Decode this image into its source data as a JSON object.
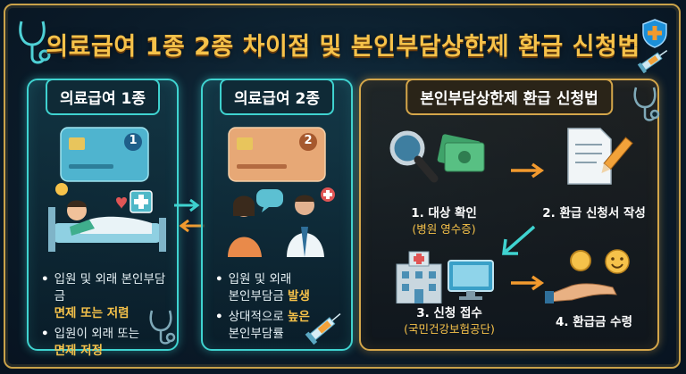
{
  "title": "의료급여 1종 2종 차이점 및 본인부담상한제 환급 신청법",
  "panel1": {
    "heading": "의료급여 1종",
    "card_number": "1",
    "bullets": [
      {
        "text": "입원 및 외래 본인부담금",
        "highlight": "면제 또는 저렴"
      },
      {
        "text": "입원이 외래 또는",
        "highlight": "면제 저정"
      }
    ]
  },
  "panel2": {
    "heading": "의료급여 2종",
    "card_number": "2",
    "bullets": [
      {
        "text": "입원 및 외래",
        "text2": "본인부담금",
        "highlight": "발생"
      },
      {
        "text": "상대적으로",
        "highlight": "높은",
        "text2": "본인부담률"
      }
    ]
  },
  "panel3": {
    "heading": "본인부담상한제 환급 신청법",
    "steps": [
      {
        "label": "1. 대상 확인",
        "sub": "(병원 영수증)"
      },
      {
        "label": "2. 환급 신청서 작성",
        "sub": ""
      },
      {
        "label": "3. 신청 접수",
        "sub": "(국민건강보험공단)"
      },
      {
        "label": "4. 환급금 수령",
        "sub": ""
      }
    ]
  },
  "colors": {
    "teal": "#3fd3d0",
    "gold": "#d4a64a",
    "title": "#f6c24a"
  },
  "icons": [
    "stethoscope-icon",
    "shield-cross-icon",
    "syringe-icon",
    "magnifier-icon",
    "money-icon",
    "document-icon",
    "pencil-icon",
    "hospital-icon",
    "computer-icon",
    "hand-coins-icon",
    "smiley-icon"
  ]
}
